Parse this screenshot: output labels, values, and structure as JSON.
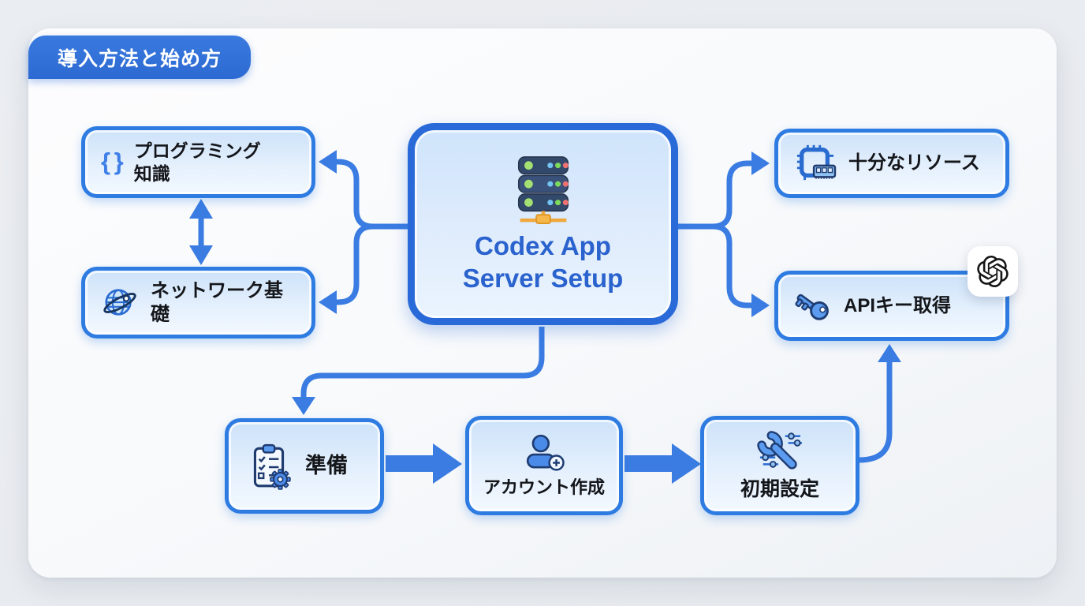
{
  "badge": {
    "label": "導入方法と始め方"
  },
  "center_node": {
    "title_line1": "Codex App",
    "title_line2": "Server Setup",
    "icon": "server-icon"
  },
  "nodes": {
    "programming": {
      "line1": "プログラミング",
      "line2": "知識",
      "glyph": "{ }",
      "icon": "braces-icon"
    },
    "network": {
      "label": "ネットワーク基礎",
      "icon": "globe-orbit-icon"
    },
    "resources": {
      "label": "十分なリソース",
      "icon": "cpu-ram-icon"
    },
    "api_key": {
      "label": "APIキー取得",
      "icon": "key-icon",
      "corner_icon": "openai-logo-icon"
    },
    "prepare": {
      "label": "準備",
      "icon": "clipboard-gear-icon"
    },
    "account": {
      "label": "アカウント作成",
      "icon": "user-plus-icon"
    },
    "initial_setup": {
      "label": "初期設定",
      "icon": "wrench-sliders-icon"
    }
  },
  "edges": [
    {
      "from": "center",
      "to": "programming",
      "style": "curved-arrow"
    },
    {
      "from": "center",
      "to": "network",
      "style": "curved-arrow"
    },
    {
      "from": "programming",
      "to": "network",
      "style": "double-arrow"
    },
    {
      "from": "center",
      "to": "resources",
      "style": "curved-arrow"
    },
    {
      "from": "center",
      "to": "api_key",
      "style": "curved-arrow"
    },
    {
      "from": "center",
      "to": "prepare",
      "style": "elbow-arrow"
    },
    {
      "from": "prepare",
      "to": "account",
      "style": "block-arrow"
    },
    {
      "from": "account",
      "to": "initial_setup",
      "style": "block-arrow"
    },
    {
      "from": "initial_setup",
      "to": "api_key",
      "style": "elbow-arrow"
    }
  ],
  "colors": {
    "page_background": "#e9ecf0",
    "card_background": "#f8fafc",
    "badge_background": "#2f70d9",
    "node_border": "#2e7ce2",
    "center_node_border": "#2a6ad8",
    "node_fill_top": "#cde2f9",
    "node_fill_bottom": "#f2f8ff",
    "arrow": "#3a7ce2",
    "center_title_text": "#2a62ce",
    "label_text": "#14161a",
    "server_body": "#33496b",
    "connector_orange": "#f0a73c",
    "openai_logo": "#161616"
  }
}
